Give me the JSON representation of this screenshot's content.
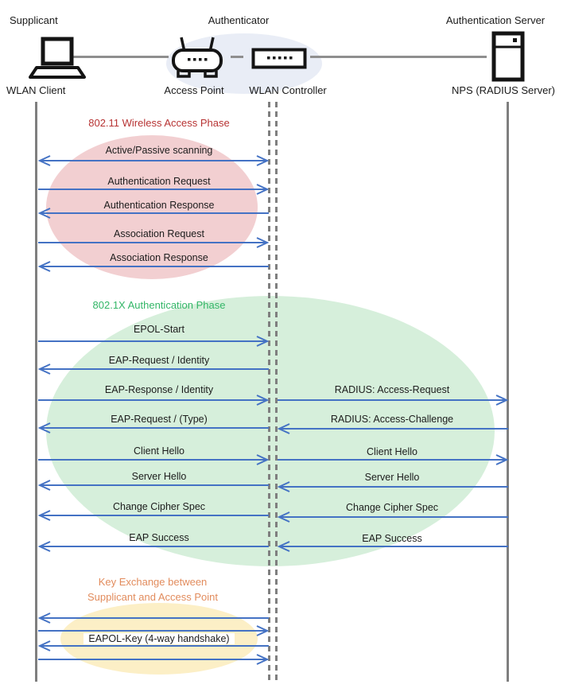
{
  "header": {
    "roles": [
      {
        "label": "Supplicant"
      },
      {
        "label": "Authenticator"
      },
      {
        "label": "Authentication Server"
      }
    ],
    "devices": [
      {
        "label": "WLAN Client",
        "icon": "laptop-icon"
      },
      {
        "label": "Access Point",
        "icon": "access-point-icon"
      },
      {
        "label": "WLAN Controller",
        "icon": "wlan-controller-icon"
      },
      {
        "label": "NPS (RADIUS Server)",
        "icon": "server-icon"
      }
    ]
  },
  "phases": {
    "wireless": {
      "title": "802.11 Wireless Access Phase",
      "color": "#B73333",
      "fill": "#F2CFD1"
    },
    "auth": {
      "title": "802.1X Authentication Phase",
      "color": "#33B667",
      "fill": "#D6EFDB"
    },
    "key_exchange": {
      "title_line1": "Key Exchange between",
      "title_line2": "Supplicant and Access Point",
      "color": "#E28C5D",
      "fill": "#FCEFC6"
    }
  },
  "messages": {
    "client_ap": [
      {
        "label": "Active/Passive scanning",
        "direction": "both"
      },
      {
        "label": "Authentication Request",
        "direction": "right"
      },
      {
        "label": "Authentication Response",
        "direction": "left"
      },
      {
        "label": "Association Request",
        "direction": "right"
      },
      {
        "label": "Association Response",
        "direction": "left"
      },
      {
        "label": "EPOL-Start",
        "direction": "right"
      },
      {
        "label": "EAP-Request / Identity",
        "direction": "left"
      },
      {
        "label": "EAP-Response / Identity",
        "direction": "right"
      },
      {
        "label": "EAP-Request / (Type)",
        "direction": "left"
      },
      {
        "label": "Client Hello",
        "direction": "right"
      },
      {
        "label": "Server Hello",
        "direction": "left"
      },
      {
        "label": "Change Cipher Spec",
        "direction": "left"
      },
      {
        "label": "EAP Success",
        "direction": "left"
      },
      {
        "label": "",
        "direction": "left"
      },
      {
        "label": "",
        "direction": "right"
      },
      {
        "label": "EAPOL-Key (4-way handshake)",
        "direction": "left"
      },
      {
        "label": "",
        "direction": "right"
      }
    ],
    "controller_server": [
      {
        "label": "RADIUS: Access-Request",
        "direction": "right"
      },
      {
        "label": "RADIUS: Access-Challenge",
        "direction": "left"
      },
      {
        "label": "Client Hello",
        "direction": "right"
      },
      {
        "label": "Server Hello",
        "direction": "left"
      },
      {
        "label": "Change Cipher Spec",
        "direction": "left"
      },
      {
        "label": "EAP Success",
        "direction": "left"
      }
    ]
  },
  "colors": {
    "arrow": "#4472C4",
    "lifeline": "#7F7F7F",
    "authenticator_halo": "#E9EDF6"
  }
}
